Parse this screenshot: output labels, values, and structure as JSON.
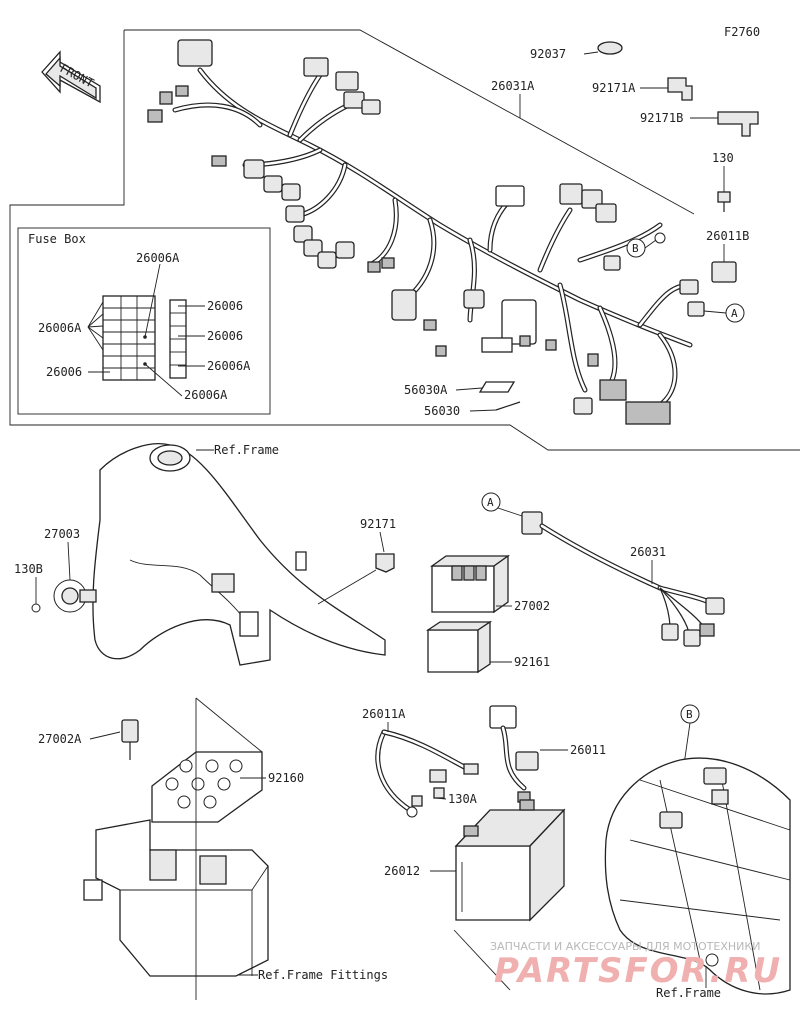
{
  "figure_code": "F2760",
  "front_label": "FRONT",
  "fuse_box_title": "Fuse Box",
  "parts": {
    "p92037": "92037",
    "p26031A": "26031A",
    "p92171A": "92171A",
    "p92171B": "92171B",
    "p130": "130",
    "p26011B": "26011B",
    "p26006A_top": "26006A",
    "p26006A_left": "26006A",
    "p26006_left": "26006",
    "p26006_r1": "26006",
    "p26006_r2": "26006",
    "p26006A_r3": "26006A",
    "p26006A_bottom": "26006A",
    "p56030A": "56030A",
    "p56030": "56030",
    "p27003": "27003",
    "p130B": "130B",
    "p92171": "92171",
    "p27002": "27002",
    "p92161": "92161",
    "p26031": "26031",
    "p27002A": "27002A",
    "p92160": "92160",
    "p26011A": "26011A",
    "p26011": "26011",
    "p130A": "130A",
    "p26012": "26012"
  },
  "refs": {
    "frame_top": "Ref.Frame",
    "frame_fittings": "Ref.Frame Fittings",
    "frame_bottom": "Ref.Frame"
  },
  "markers": {
    "a1": "A",
    "a2": "A",
    "b1": "B",
    "b2": "B"
  },
  "watermark": {
    "tagline": "ЗАПЧАСТИ И АКСЕССУАРЫ ДЛЯ МОТОТЕХНИКИ",
    "brand": "PARTSFOR.RU"
  }
}
